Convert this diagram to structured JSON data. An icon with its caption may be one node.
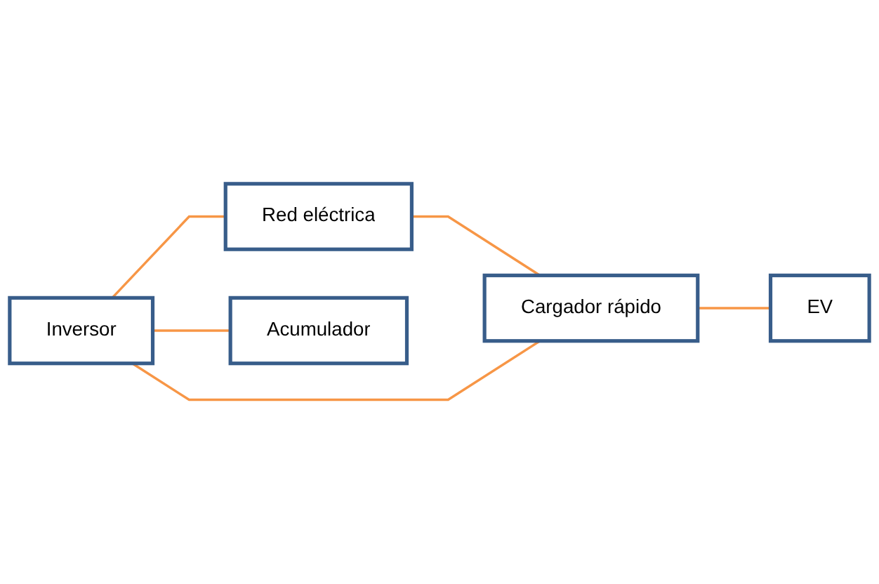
{
  "diagram": {
    "nodes": [
      {
        "text": [
          "Red eléctrica"
        ]
      },
      {
        "text": [
          "Cargador rápido"
        ]
      },
      {
        "text": [
          "EV"
        ]
      },
      {
        "text": [
          "Inversor"
        ]
      },
      {
        "text": [
          "Acumulador"
        ]
      }
    ],
    "edges": [
      {
        "from": 0,
        "to": 1,
        "arrow": "none"
      },
      {
        "from": 3,
        "to": 0,
        "arrow": "none"
      },
      {
        "from": 3,
        "to": 1,
        "arrow": "none"
      },
      {
        "from": 1,
        "to": 2,
        "arrow": "none"
      },
      {
        "from": 3,
        "to": 4,
        "arrow": "none"
      }
    ]
  }
}
